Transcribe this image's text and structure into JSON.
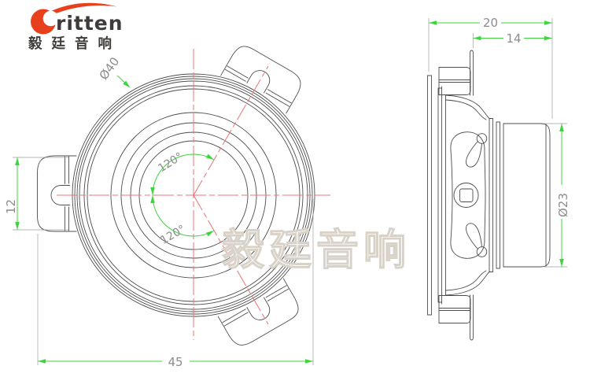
{
  "logo": {
    "brand": "ritten",
    "chinese": "毅廷音响",
    "brand_color": "#e8401c",
    "text_color": "#3f3b3a"
  },
  "watermark": {
    "text": "毅廷音响"
  },
  "front_view": {
    "name": "speaker front view",
    "dims": {
      "outer_diameter": "Ø40",
      "tab_height": "12",
      "overall_width": "45",
      "angle_upper": "120°",
      "angle_lower": "120°"
    }
  },
  "side_view": {
    "name": "speaker side view",
    "dims": {
      "total_depth": "20",
      "body_depth": "14",
      "magnet_diameter": "Ø23"
    }
  },
  "colors": {
    "dimension_line": "#3fd43f",
    "center_line": "#ee7470",
    "drawing_line": "#4d4d4d",
    "dimension_text": "#8c8c8c",
    "watermark_outline": "#d9d2c8"
  }
}
